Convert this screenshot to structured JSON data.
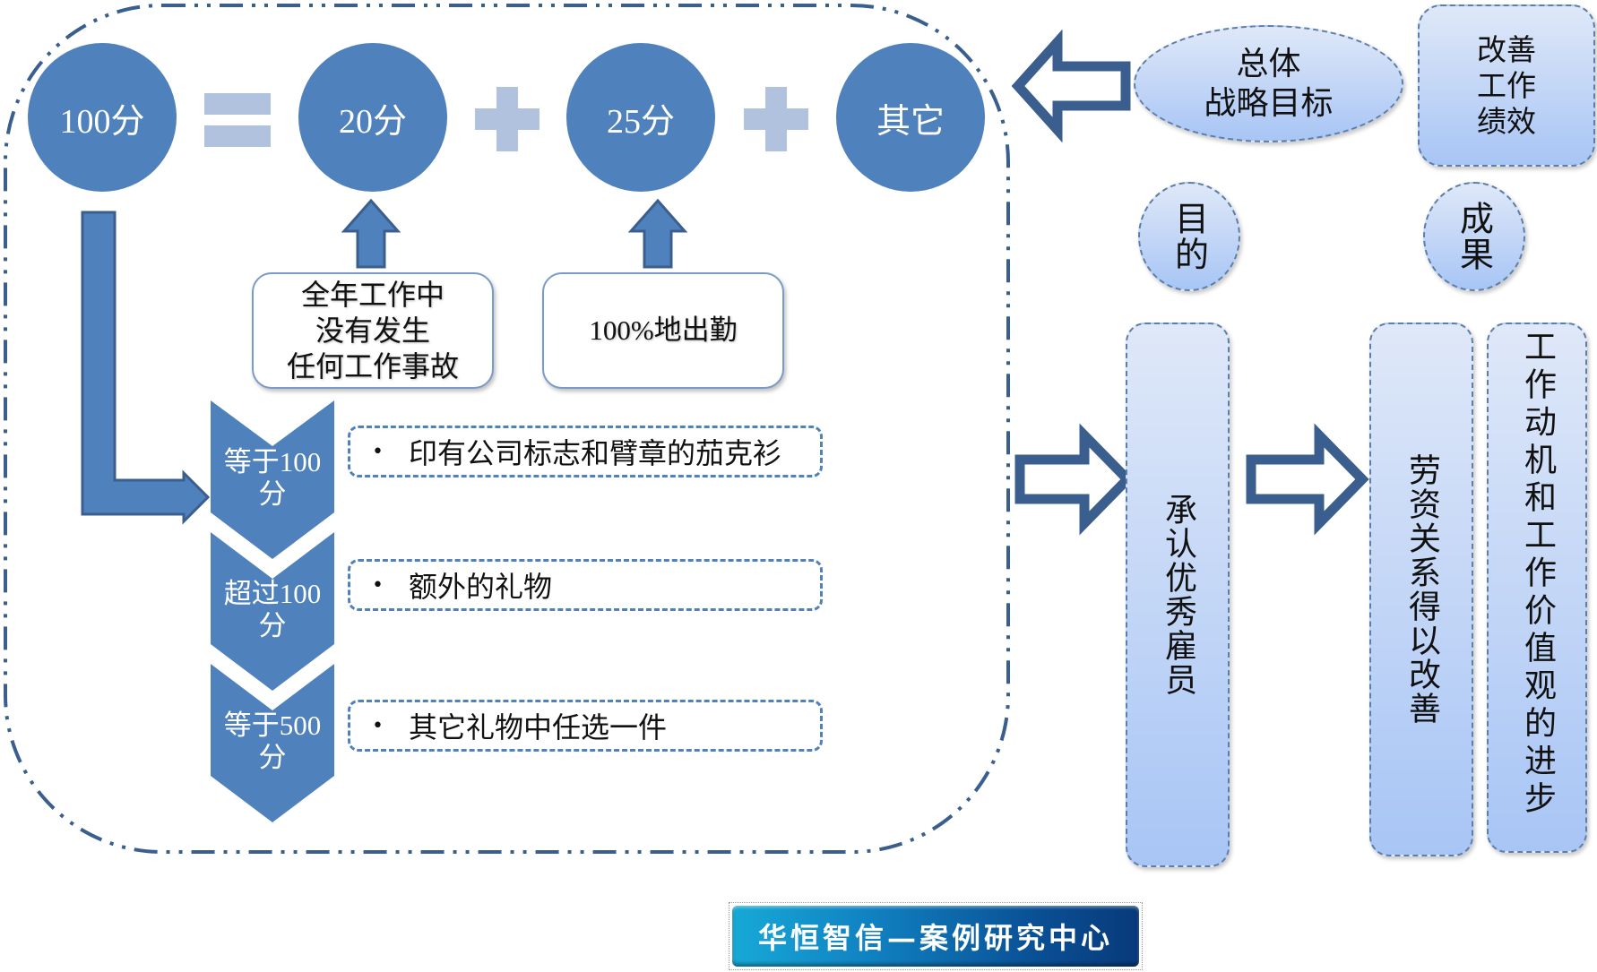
{
  "colors": {
    "circle_fill": "#4f81bd",
    "operator_fill": "#b0c2dd",
    "dark_arrow": "#3a5f8f",
    "light_box_top": "#dfe8f8",
    "light_box_bottom": "#a8c5f5",
    "banner_blue": "#0a4f94"
  },
  "equation": {
    "total": "100分",
    "operator_equals": "=",
    "part1": "20分",
    "operator_plus": "+",
    "part2": "25分",
    "part3": "其它"
  },
  "criteria": [
    {
      "for": "20分",
      "text": "全年工作中\n没有发生\n任何工作事故"
    },
    {
      "for": "25分",
      "text": "100%地出勤"
    }
  ],
  "reward_tiers": [
    {
      "level": "等于100\n分",
      "reward": "印有公司标志和臂章的茄克衫"
    },
    {
      "level": "超过100\n分",
      "reward": "额外的礼物"
    },
    {
      "level": "等于500\n分",
      "reward": "其它礼物中任选一件"
    }
  ],
  "bullet": "•",
  "right_panel": {
    "goal": "总体\n战略目标",
    "improve": "改善\n工作\n绩效",
    "purpose_label": "目的",
    "result_label": "成果",
    "recognize": "承认优秀雇员",
    "relations": "劳资关系得以改善",
    "motivation": "工作动机和工作价值观的进步"
  },
  "footer": {
    "banner": "华恒智信—案例研究中心"
  }
}
